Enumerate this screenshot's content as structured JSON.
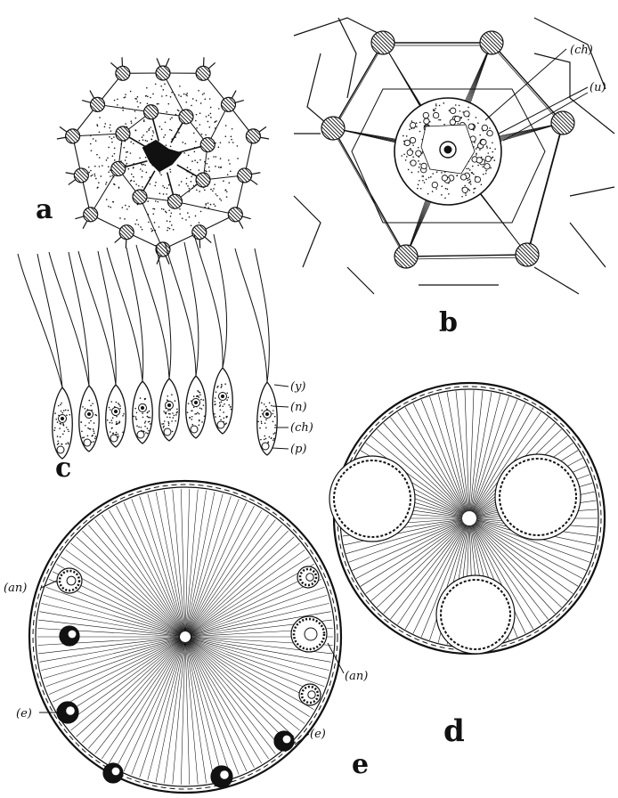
{
  "panels": {
    "a": {
      "letter": "a"
    },
    "b": {
      "letter": "b",
      "labels": [
        "(ch)",
        "(u)"
      ]
    },
    "c": {
      "letter": "c",
      "labels": [
        "(y)",
        "(n)",
        "(ch)",
        "(p)"
      ]
    },
    "d": {
      "letter": "d"
    },
    "e": {
      "letter": "e",
      "labels": [
        "(an)",
        "(an)",
        "(e)",
        "(e)"
      ]
    }
  },
  "colors": {
    "ink": "#111111",
    "paper": "#ffffff"
  }
}
